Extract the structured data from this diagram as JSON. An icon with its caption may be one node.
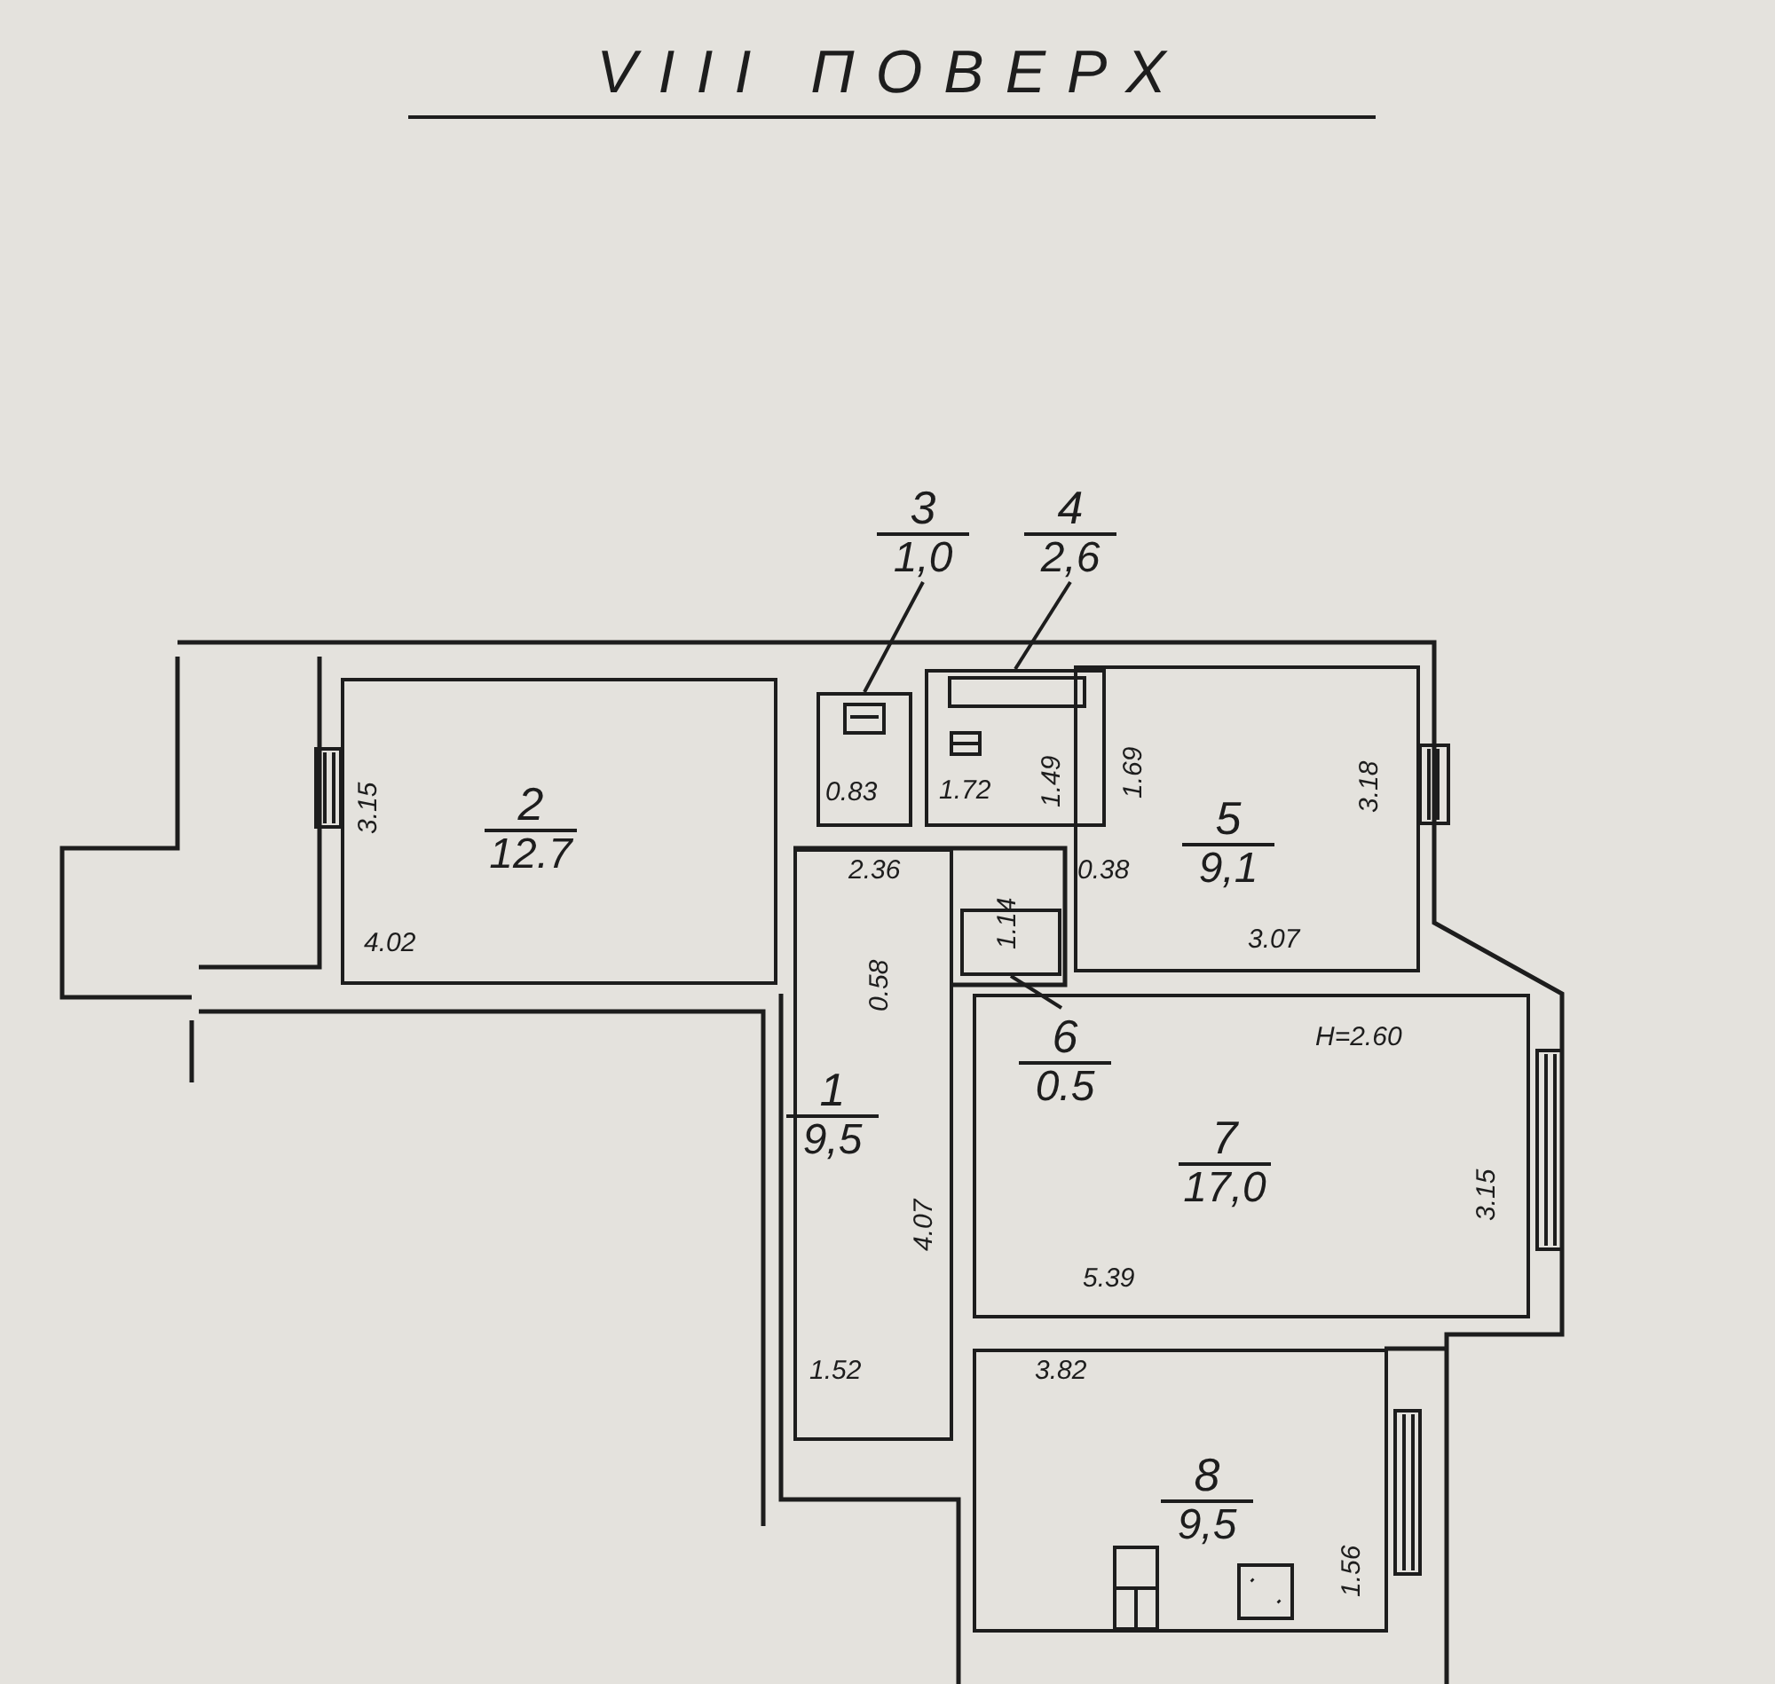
{
  "diagram": {
    "title": "VIII ПОВЕРХ",
    "nodes": [
      {
        "text": [
          "3",
          "1,0"
        ]
      },
      {
        "text": [
          "4",
          "2,6"
        ]
      },
      {
        "text": [
          "2",
          "12.7"
        ]
      },
      {
        "text": [],
        "shape": "box"
      },
      {
        "text": [],
        "shape": "box"
      },
      {
        "text": [
          "5",
          "9,1"
        ]
      },
      {
        "text": [
          "1",
          "9,5"
        ]
      },
      {
        "text": [],
        "shape": "box"
      },
      {
        "text": [
          "7",
          "17,0"
        ]
      },
      {
        "text": [
          "6",
          "0.5"
        ],
        "in": 8
      },
      {
        "text": [
          "8",
          "9,5"
        ]
      }
    ],
    "edges": [
      {
        "from": 0,
        "to": 3,
        "arrow": "none"
      },
      {
        "from": 1,
        "to": 4,
        "arrow": "none"
      },
      {
        "from": 9,
        "to": 7,
        "arrow": "none"
      }
    ],
    "labels": [
      "3.15",
      "0.83",
      "1.72",
      "1.49",
      "1.69",
      "3.18",
      "2.36",
      "1.14",
      "0.38",
      "4.02",
      "0.58",
      "3.07",
      "H=2.60",
      "4.07",
      "3.15",
      "5.39",
      "1.52",
      "3.82",
      "1.56"
    ]
  }
}
